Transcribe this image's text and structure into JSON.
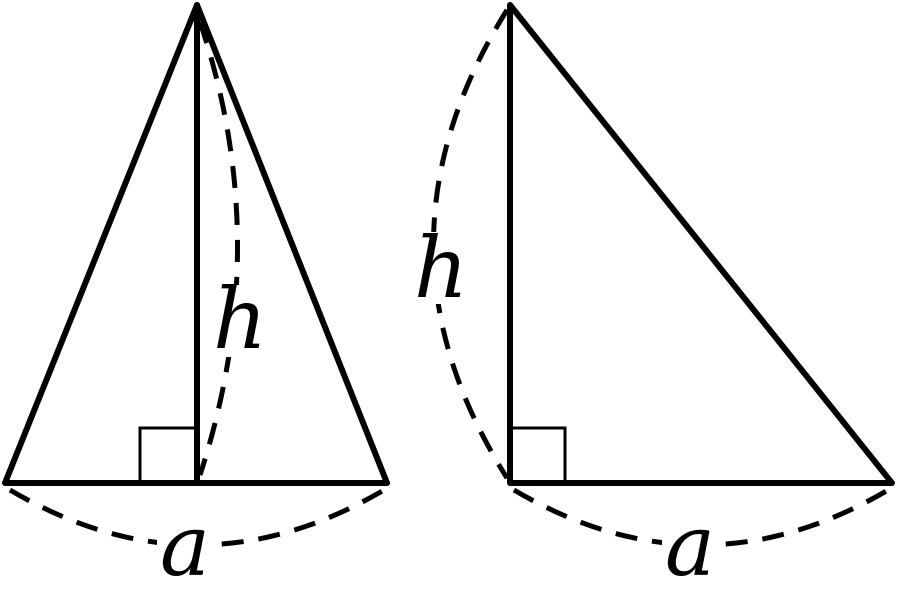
{
  "figures": [
    {
      "name": "isosceles-triangle",
      "height_label": "h",
      "base_label": "a"
    },
    {
      "name": "right-triangle",
      "height_label": "h",
      "base_label": "a"
    }
  ]
}
